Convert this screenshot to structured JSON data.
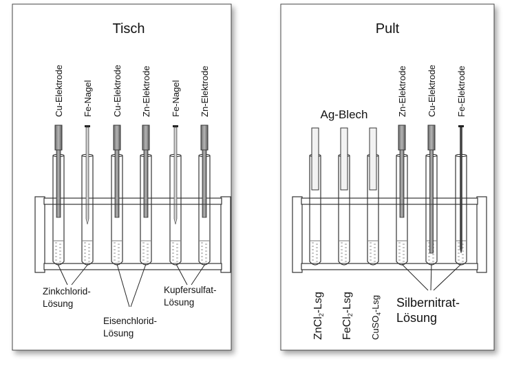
{
  "panels": {
    "left": {
      "title": "Tisch",
      "electrodes": [
        "Cu-Elektrode",
        "Fe-Nagel",
        "Cu-Elektrode",
        "Zn-Elektrode",
        "Fe-Nagel",
        "Zn-Elektrode"
      ],
      "labels": {
        "zinc_1": "Zinkchlorid-",
        "zinc_2": "Lösung",
        "iron_1": "Eisenchlorid-",
        "iron_2": "Lösung",
        "copper_1": "Kupfersulfat-",
        "copper_2": "Lösung"
      }
    },
    "right": {
      "title": "Pult",
      "sheet_label": "Ag-Blech",
      "electrodes": [
        "Zn-Elektrode",
        "Cu-Elektrode",
        "Fe-Elektrode"
      ],
      "solutions": [
        {
          "main": "ZnCl",
          "sub": "2",
          "tail": "-Lsg"
        },
        {
          "main": "FeCl",
          "sub": "2",
          "tail": "-Lsg"
        },
        {
          "main": "CuSO",
          "sub": "4",
          "tail": "-Lsg"
        }
      ],
      "silver_1": "Silbernitrat-",
      "silver_2": "Lösung"
    }
  }
}
